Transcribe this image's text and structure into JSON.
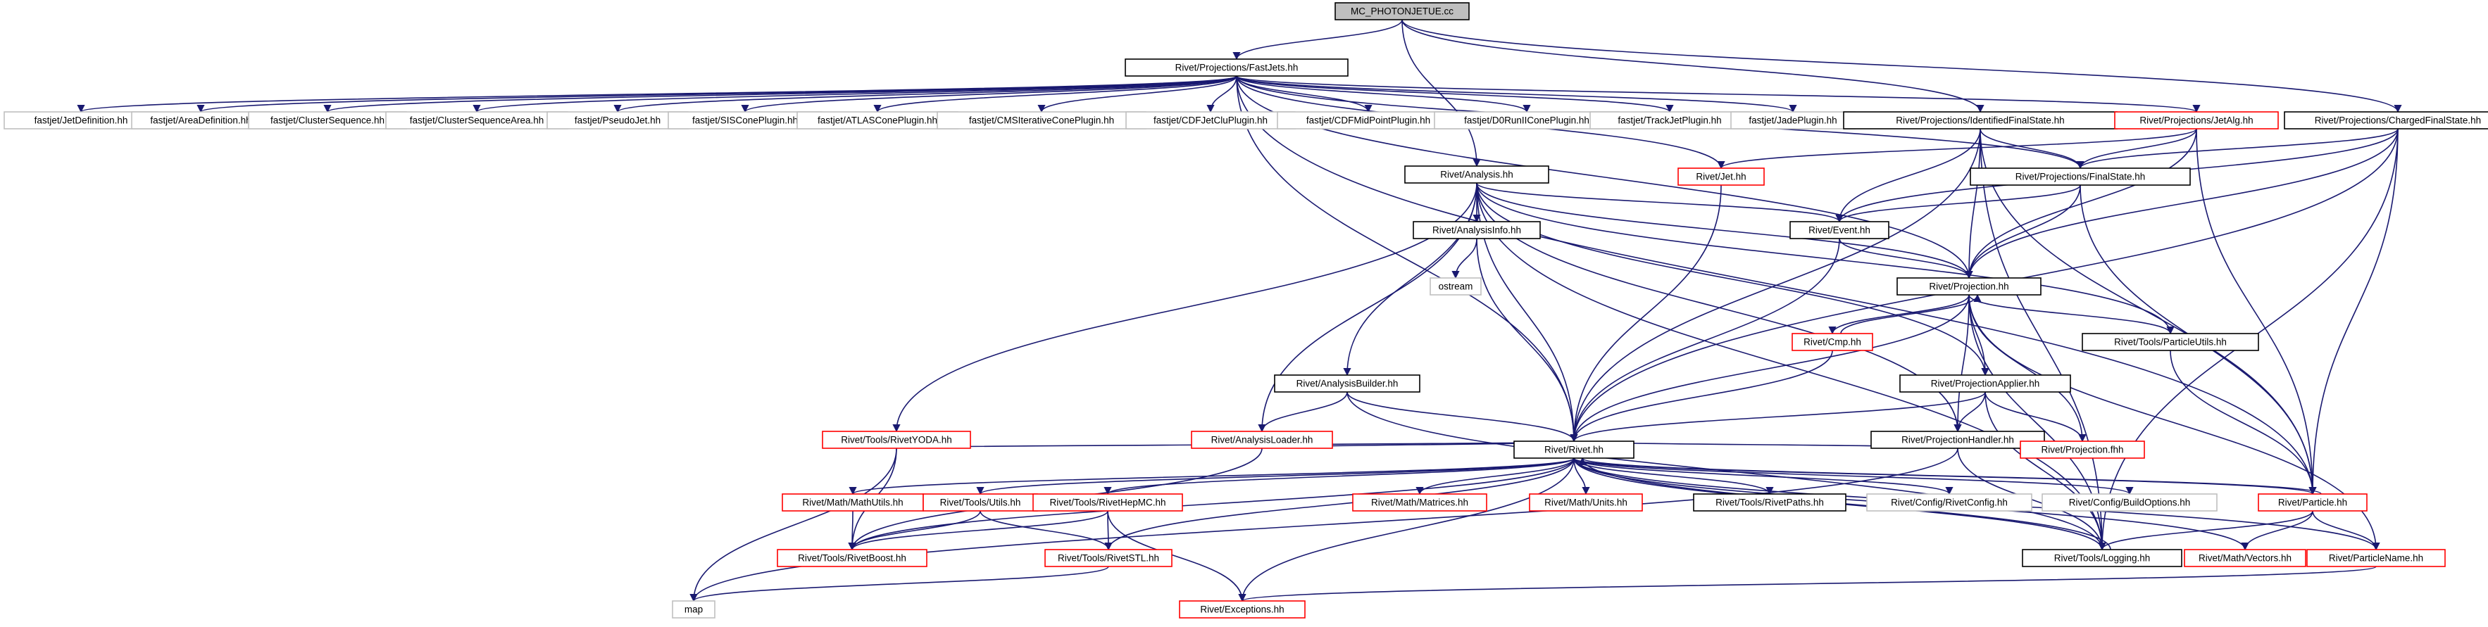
{
  "colors": {
    "edge": "#191970",
    "root_fill": "#bfbfbf",
    "border_black": "#000000",
    "border_red": "#ff0000",
    "border_gray": "#bfbfbf",
    "text": "#000000"
  },
  "nodes": [
    {
      "id": "root",
      "label": "MC_PHOTONJETUE.cc",
      "style": "root"
    },
    {
      "id": "fastjets",
      "label": "Rivet/Projections/FastJets.hh",
      "style": "black"
    },
    {
      "id": "jetdef",
      "label": "fastjet/JetDefinition.hh",
      "style": "gray"
    },
    {
      "id": "areadef",
      "label": "fastjet/AreaDefinition.hh",
      "style": "gray"
    },
    {
      "id": "clusterseq",
      "label": "fastjet/ClusterSequence.hh",
      "style": "gray"
    },
    {
      "id": "clusterseqarea",
      "label": "fastjet/ClusterSequenceArea.hh",
      "style": "gray"
    },
    {
      "id": "pseudojet",
      "label": "fastjet/PseudoJet.hh",
      "style": "gray"
    },
    {
      "id": "siscone",
      "label": "fastjet/SISConePlugin.hh",
      "style": "gray"
    },
    {
      "id": "atlascone",
      "label": "fastjet/ATLASConePlugin.hh",
      "style": "gray"
    },
    {
      "id": "cmsiter",
      "label": "fastjet/CMSIterativeConePlugin.hh",
      "style": "gray"
    },
    {
      "id": "cdfjetclu",
      "label": "fastjet/CDFJetCluPlugin.hh",
      "style": "gray"
    },
    {
      "id": "cdfmidpoint",
      "label": "fastjet/CDFMidPointPlugin.hh",
      "style": "gray"
    },
    {
      "id": "d0run2",
      "label": "fastjet/D0RunIIConePlugin.hh",
      "style": "gray"
    },
    {
      "id": "trackjet",
      "label": "fastjet/TrackJetPlugin.hh",
      "style": "gray"
    },
    {
      "id": "jade",
      "label": "fastjet/JadePlugin.hh",
      "style": "gray"
    },
    {
      "id": "idfs",
      "label": "Rivet/Projections/IdentifiedFinalState.hh",
      "style": "black"
    },
    {
      "id": "jetalg",
      "label": "Rivet/Projections/JetAlg.hh",
      "style": "red"
    },
    {
      "id": "chargedfs",
      "label": "Rivet/Projections/ChargedFinalState.hh",
      "style": "black"
    },
    {
      "id": "analysis",
      "label": "Rivet/Analysis.hh",
      "style": "black"
    },
    {
      "id": "jet",
      "label": "Rivet/Jet.hh",
      "style": "red"
    },
    {
      "id": "finalstate",
      "label": "Rivet/Projections/FinalState.hh",
      "style": "black"
    },
    {
      "id": "analysisinfo",
      "label": "Rivet/AnalysisInfo.hh",
      "style": "black"
    },
    {
      "id": "event",
      "label": "Rivet/Event.hh",
      "style": "black"
    },
    {
      "id": "ostream",
      "label": "ostream",
      "style": "gray"
    },
    {
      "id": "projection",
      "label": "Rivet/Projection.hh",
      "style": "black"
    },
    {
      "id": "analysisbuilder",
      "label": "Rivet/AnalysisBuilder.hh",
      "style": "black"
    },
    {
      "id": "cmp",
      "label": "Rivet/Cmp.hh",
      "style": "red"
    },
    {
      "id": "projapplier",
      "label": "Rivet/ProjectionApplier.hh",
      "style": "black"
    },
    {
      "id": "particleutils",
      "label": "Rivet/Tools/ParticleUtils.hh",
      "style": "black"
    },
    {
      "id": "rivetyoda",
      "label": "Rivet/Tools/RivetYODA.hh",
      "style": "red"
    },
    {
      "id": "analysisloader",
      "label": "Rivet/AnalysisLoader.hh",
      "style": "red"
    },
    {
      "id": "projhandler",
      "label": "Rivet/ProjectionHandler.hh",
      "style": "black"
    },
    {
      "id": "projectionfhh",
      "label": "Rivet/Projection.fhh",
      "style": "red"
    },
    {
      "id": "rivet",
      "label": "Rivet/Rivet.hh",
      "style": "black"
    },
    {
      "id": "mathutils",
      "label": "Rivet/Math/MathUtils.hh",
      "style": "red"
    },
    {
      "id": "utils",
      "label": "Rivet/Tools/Utils.hh",
      "style": "red"
    },
    {
      "id": "rivethepmc",
      "label": "Rivet/Tools/RivetHepMC.hh",
      "style": "red"
    },
    {
      "id": "matrices",
      "label": "Rivet/Math/Matrices.hh",
      "style": "red"
    },
    {
      "id": "units",
      "label": "Rivet/Math/Units.hh",
      "style": "red"
    },
    {
      "id": "rivetpaths",
      "label": "Rivet/Tools/RivetPaths.hh",
      "style": "black"
    },
    {
      "id": "rivetconfig",
      "label": "Rivet/Config/RivetConfig.hh",
      "style": "gray"
    },
    {
      "id": "buildoptions",
      "label": "Rivet/Config/BuildOptions.hh",
      "style": "gray"
    },
    {
      "id": "particle",
      "label": "Rivet/Particle.hh",
      "style": "red"
    },
    {
      "id": "rivetboost",
      "label": "Rivet/Tools/RivetBoost.hh",
      "style": "red"
    },
    {
      "id": "rivetstl",
      "label": "Rivet/Tools/RivetSTL.hh",
      "style": "red"
    },
    {
      "id": "logging",
      "label": "Rivet/Tools/Logging.hh",
      "style": "black"
    },
    {
      "id": "vectors",
      "label": "Rivet/Math/Vectors.hh",
      "style": "red"
    },
    {
      "id": "particlename",
      "label": "Rivet/ParticleName.hh",
      "style": "red"
    },
    {
      "id": "map",
      "label": "map",
      "style": "gray"
    },
    {
      "id": "exceptions",
      "label": "Rivet/Exceptions.hh",
      "style": "red"
    }
  ],
  "edges": [
    [
      "root",
      "fastjets"
    ],
    [
      "root",
      "analysis"
    ],
    [
      "root",
      "idfs"
    ],
    [
      "root",
      "chargedfs"
    ],
    [
      "fastjets",
      "jetdef"
    ],
    [
      "fastjets",
      "areadef"
    ],
    [
      "fastjets",
      "clusterseq"
    ],
    [
      "fastjets",
      "clusterseqarea"
    ],
    [
      "fastjets",
      "pseudojet"
    ],
    [
      "fastjets",
      "siscone"
    ],
    [
      "fastjets",
      "atlascone"
    ],
    [
      "fastjets",
      "cmsiter"
    ],
    [
      "fastjets",
      "cdfjetclu"
    ],
    [
      "fastjets",
      "cdfmidpoint"
    ],
    [
      "fastjets",
      "d0run2"
    ],
    [
      "fastjets",
      "trackjet"
    ],
    [
      "fastjets",
      "jade"
    ],
    [
      "fastjets",
      "jetalg"
    ],
    [
      "fastjets",
      "jet"
    ],
    [
      "fastjets",
      "finalstate"
    ],
    [
      "fastjets",
      "projection"
    ],
    [
      "fastjets",
      "particle"
    ],
    [
      "fastjets",
      "rivet"
    ],
    [
      "idfs",
      "finalstate"
    ],
    [
      "idfs",
      "event"
    ],
    [
      "idfs",
      "projection"
    ],
    [
      "idfs",
      "rivet"
    ],
    [
      "idfs",
      "particle"
    ],
    [
      "idfs",
      "logging"
    ],
    [
      "jetalg",
      "jet"
    ],
    [
      "jetalg",
      "finalstate"
    ],
    [
      "jetalg",
      "projection"
    ],
    [
      "jetalg",
      "particle"
    ],
    [
      "chargedfs",
      "finalstate"
    ],
    [
      "chargedfs",
      "event"
    ],
    [
      "chargedfs",
      "projection"
    ],
    [
      "chargedfs",
      "rivet"
    ],
    [
      "chargedfs",
      "particle"
    ],
    [
      "chargedfs",
      "logging"
    ],
    [
      "analysis",
      "analysisinfo"
    ],
    [
      "analysis",
      "event"
    ],
    [
      "analysis",
      "projection"
    ],
    [
      "analysis",
      "projapplier"
    ],
    [
      "analysis",
      "projhandler"
    ],
    [
      "analysis",
      "analysisbuilder"
    ],
    [
      "analysis",
      "analysisloader"
    ],
    [
      "analysis",
      "rivetyoda"
    ],
    [
      "analysis",
      "rivet"
    ],
    [
      "analysis",
      "logging"
    ],
    [
      "analysis",
      "particleutils"
    ],
    [
      "jet",
      "rivet"
    ],
    [
      "finalstate",
      "event"
    ],
    [
      "finalstate",
      "projection"
    ],
    [
      "finalstate",
      "particle"
    ],
    [
      "analysisinfo",
      "ostream"
    ],
    [
      "analysisinfo",
      "rivet"
    ],
    [
      "event",
      "projection"
    ],
    [
      "event",
      "rivet"
    ],
    [
      "projection",
      "cmp"
    ],
    [
      "projection",
      "projapplier"
    ],
    [
      "projection",
      "particleutils"
    ],
    [
      "projection",
      "projhandler"
    ],
    [
      "projection",
      "projectionfhh"
    ],
    [
      "projection",
      "rivet"
    ],
    [
      "projection",
      "logging"
    ],
    [
      "projection",
      "particlename"
    ],
    [
      "analysisbuilder",
      "analysisloader"
    ],
    [
      "analysisbuilder",
      "rivet"
    ],
    [
      "analysisbuilder",
      "logging"
    ],
    [
      "cmp",
      "projection"
    ],
    [
      "cmp",
      "rivet"
    ],
    [
      "projapplier",
      "projhandler"
    ],
    [
      "projapplier",
      "projectionfhh"
    ],
    [
      "projapplier",
      "rivet"
    ],
    [
      "projapplier",
      "logging"
    ],
    [
      "particleutils",
      "particle"
    ],
    [
      "rivetyoda",
      "rivet"
    ],
    [
      "rivetyoda",
      "rivetboost"
    ],
    [
      "rivetyoda",
      "map"
    ],
    [
      "analysisloader",
      "rivet"
    ],
    [
      "analysisloader",
      "rivetboost"
    ],
    [
      "projhandler",
      "rivet"
    ],
    [
      "projhandler",
      "projectionfhh"
    ],
    [
      "projhandler",
      "logging"
    ],
    [
      "projhandler",
      "map"
    ],
    [
      "rivet",
      "mathutils"
    ],
    [
      "rivet",
      "utils"
    ],
    [
      "rivet",
      "rivethepmc"
    ],
    [
      "rivet",
      "matrices"
    ],
    [
      "rivet",
      "units"
    ],
    [
      "rivet",
      "rivetpaths"
    ],
    [
      "rivet",
      "rivetconfig"
    ],
    [
      "rivet",
      "buildoptions"
    ],
    [
      "rivet",
      "particle"
    ],
    [
      "rivet",
      "rivetboost"
    ],
    [
      "rivet",
      "rivetstl"
    ],
    [
      "rivet",
      "logging"
    ],
    [
      "rivet",
      "vectors"
    ],
    [
      "rivet",
      "particlename"
    ],
    [
      "rivet",
      "exceptions"
    ],
    [
      "mathutils",
      "rivetboost"
    ],
    [
      "utils",
      "rivetboost"
    ],
    [
      "utils",
      "rivetstl"
    ],
    [
      "rivethepmc",
      "rivetboost"
    ],
    [
      "rivethepmc",
      "rivetstl"
    ],
    [
      "rivethepmc",
      "exceptions"
    ],
    [
      "particle",
      "rivet"
    ],
    [
      "particle",
      "particlename"
    ],
    [
      "particle",
      "vectors"
    ],
    [
      "particle",
      "logging"
    ],
    [
      "particlename",
      "exceptions"
    ],
    [
      "logging",
      "rivet"
    ],
    [
      "rivetstl",
      "map"
    ]
  ]
}
